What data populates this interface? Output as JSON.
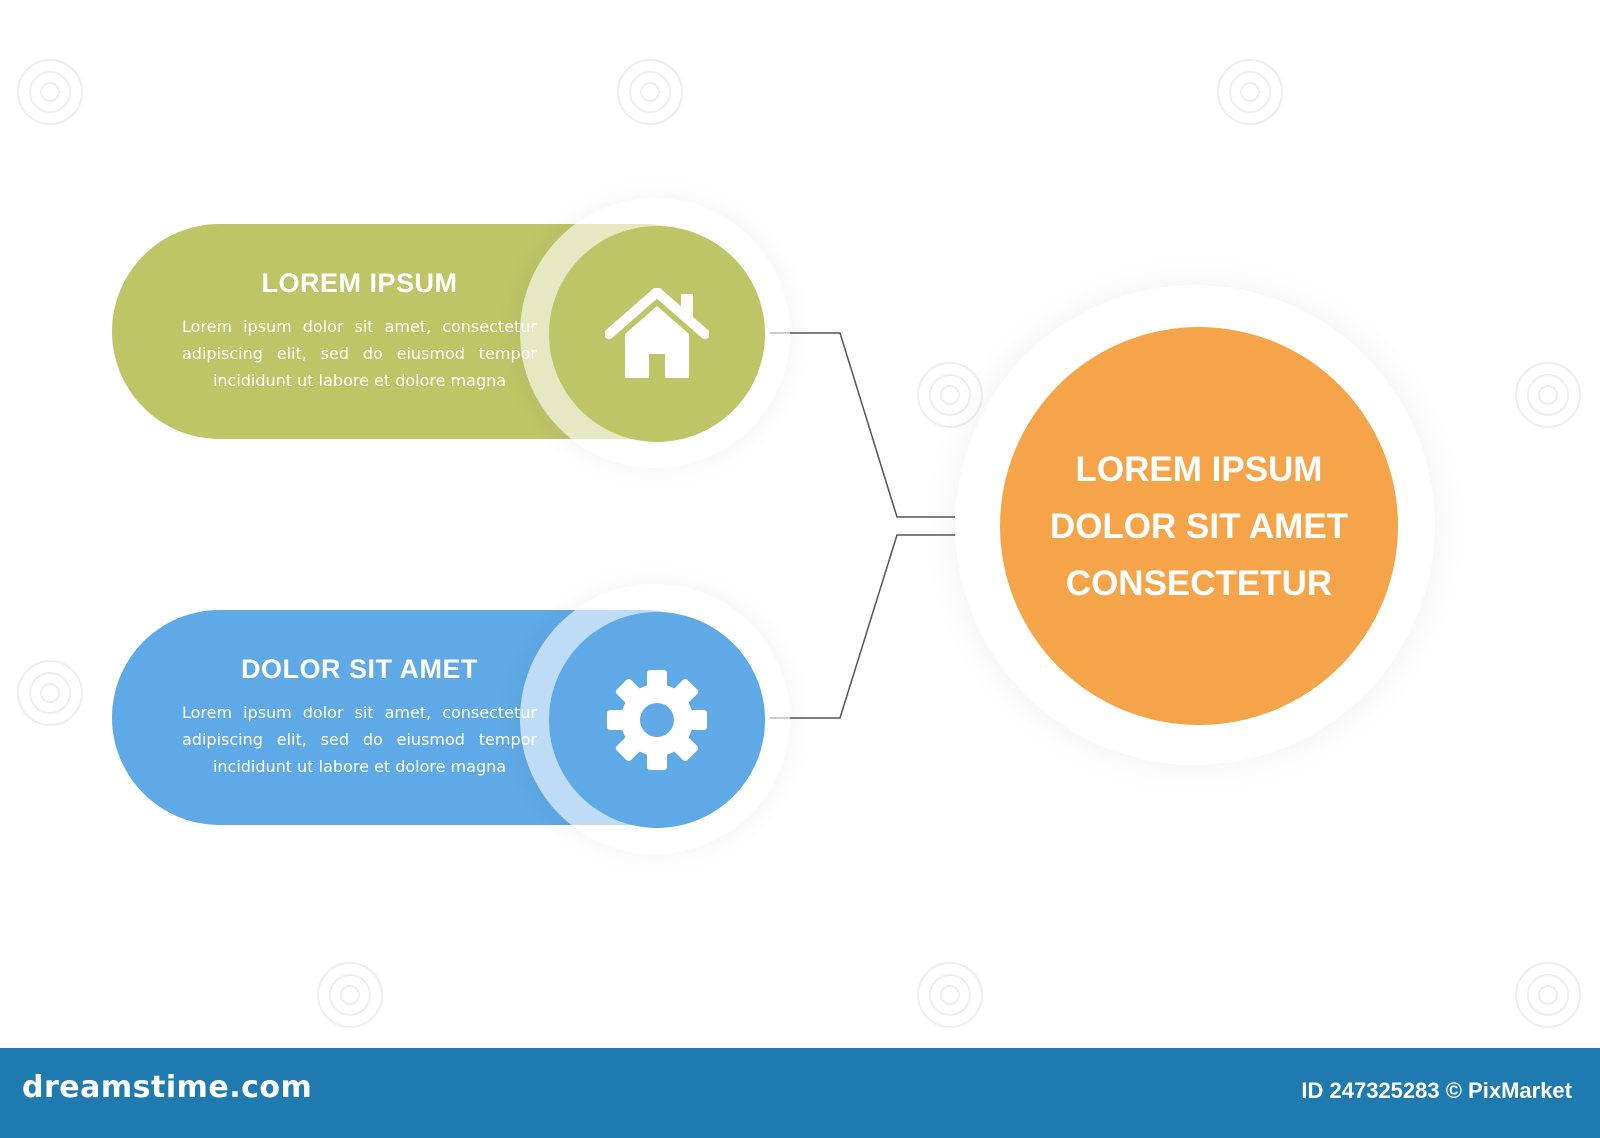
{
  "colors": {
    "green": "#bdc567",
    "blue": "#5ea9e6",
    "orange": "#f5a449",
    "footer": "#1e7aaf",
    "connector": "#555555"
  },
  "cards": [
    {
      "title": "LOREM IPSUM",
      "body": "Lorem ipsum dolor sit amet, consectetur adipiscing elit, sed do eiusmod tempor incididunt ut labore et dolore magna",
      "icon": "house-icon"
    },
    {
      "title": "DOLOR SIT AMET",
      "body": "Lorem ipsum dolor sit amet, consectetur adipiscing elit, sed do eiusmod tempor incididunt ut labore et dolore magna",
      "icon": "gear-icon"
    }
  ],
  "hub": {
    "lines": [
      "LOREM IPSUM",
      "DOLOR SIT AMET",
      "CONSECTETUR"
    ]
  },
  "footer": {
    "brand": "dreamstime.com",
    "id_text": "ID 247325283 © PixMarket"
  }
}
